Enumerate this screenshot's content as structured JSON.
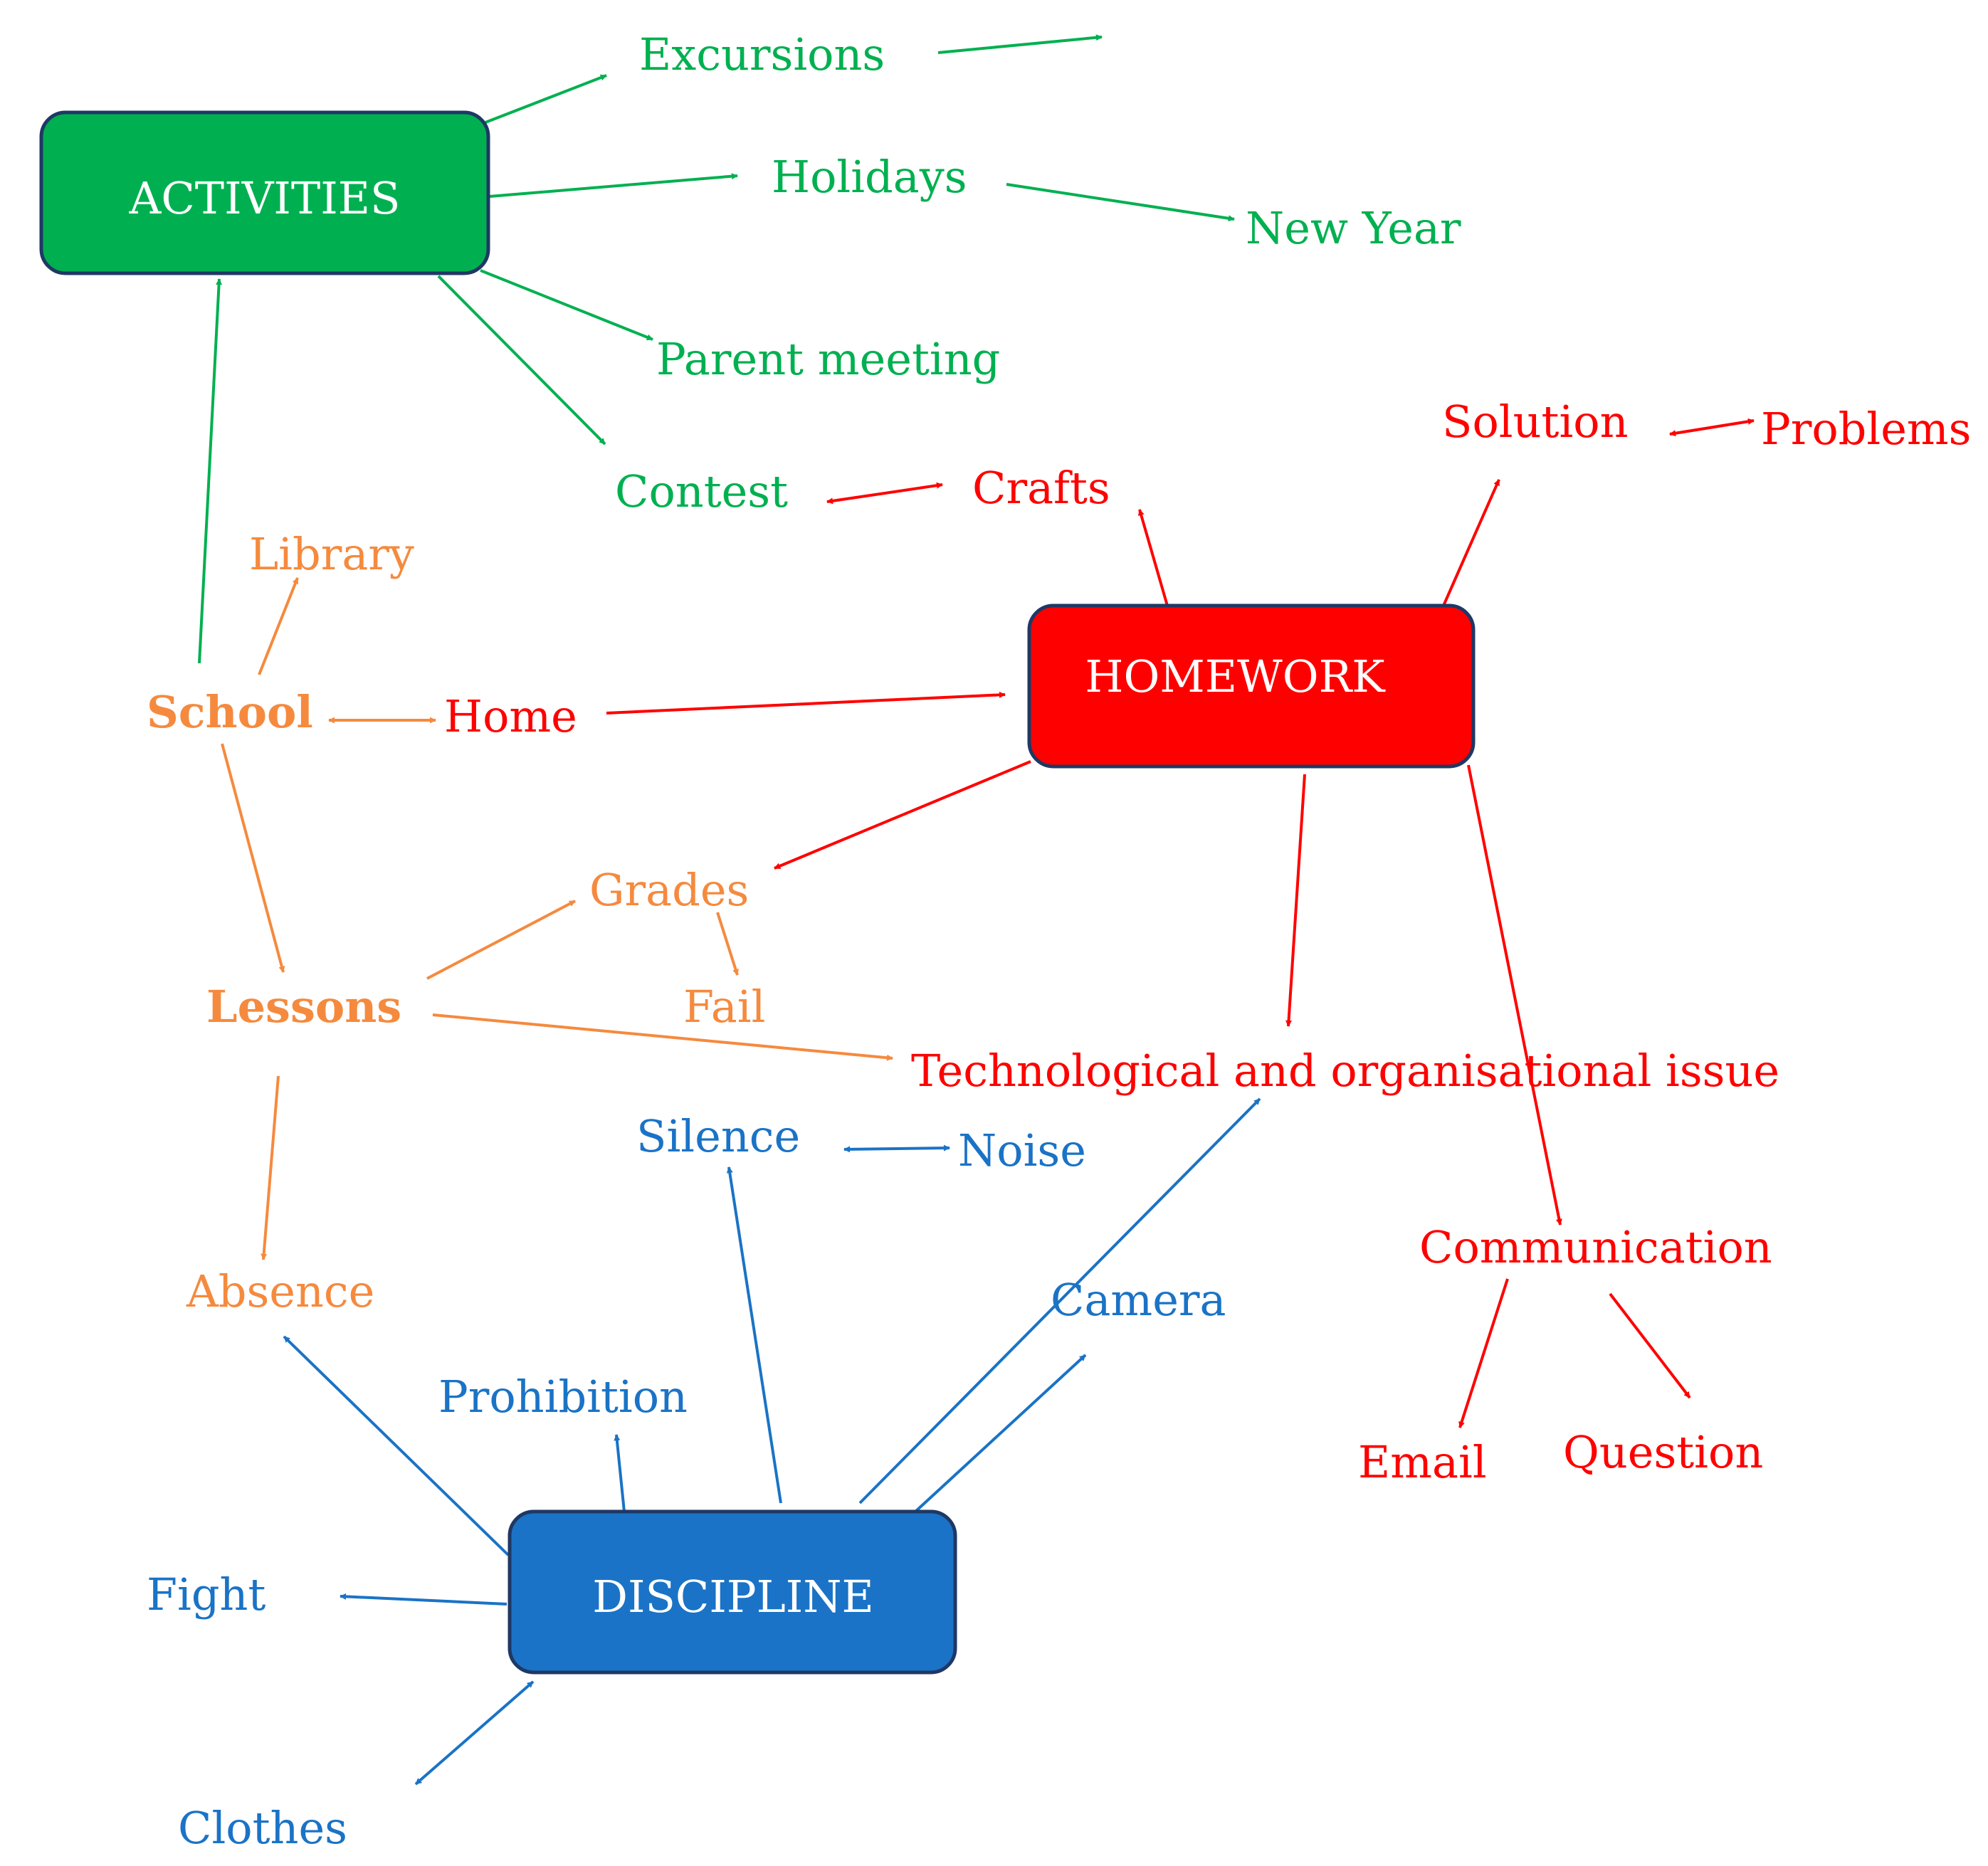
{
  "colors": {
    "activities": "#00b050",
    "homework": "#ff0000",
    "school": "#f58a3e",
    "discipline": "#1a73c6",
    "box_border": "#1f3864"
  },
  "boxes": {
    "activities": "ACTIVITIES",
    "homework": "HOMEWORK",
    "discipline": "DISCIPLINE"
  },
  "activities_terms": {
    "excursions": "Excursions",
    "holidays": "Holidays",
    "new_year": "New Year",
    "parent_meeting": "Parent meeting",
    "contest": "Contest"
  },
  "homework_terms": {
    "crafts": "Crafts",
    "solution": "Solution",
    "problems": "Problems",
    "home": "Home",
    "technological": "Technological and organisational issue",
    "communication": "Communication",
    "email": "Email",
    "question": "Question"
  },
  "school_terms": {
    "library": "Library",
    "school": "School",
    "grades": "Grades",
    "fail": "Fail",
    "lessons": "Lessons",
    "absence": "Absence"
  },
  "discipline_terms": {
    "silence": "Silence",
    "noise": "Noise",
    "camera": "Camera",
    "prohibition": "Prohibition",
    "fight": "Fight",
    "clothes": "Clothes"
  }
}
